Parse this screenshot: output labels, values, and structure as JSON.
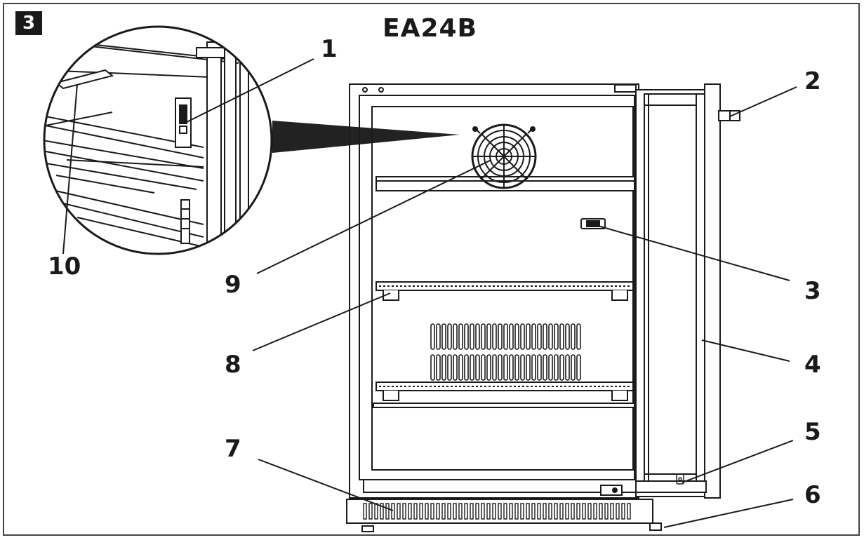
{
  "step_number": "3",
  "model_title": "EA24B",
  "callouts": [
    {
      "label": "1"
    },
    {
      "label": "2"
    },
    {
      "label": "3"
    },
    {
      "label": "4"
    },
    {
      "label": "5"
    },
    {
      "label": "6"
    },
    {
      "label": "7"
    },
    {
      "label": "8"
    },
    {
      "label": "9"
    },
    {
      "label": "10"
    }
  ],
  "colors": {
    "line": "#1a1a1a",
    "pointer": "#222222",
    "background": "#ffffff"
  },
  "icons": [
    "fan-icon",
    "thermostat-icon"
  ]
}
